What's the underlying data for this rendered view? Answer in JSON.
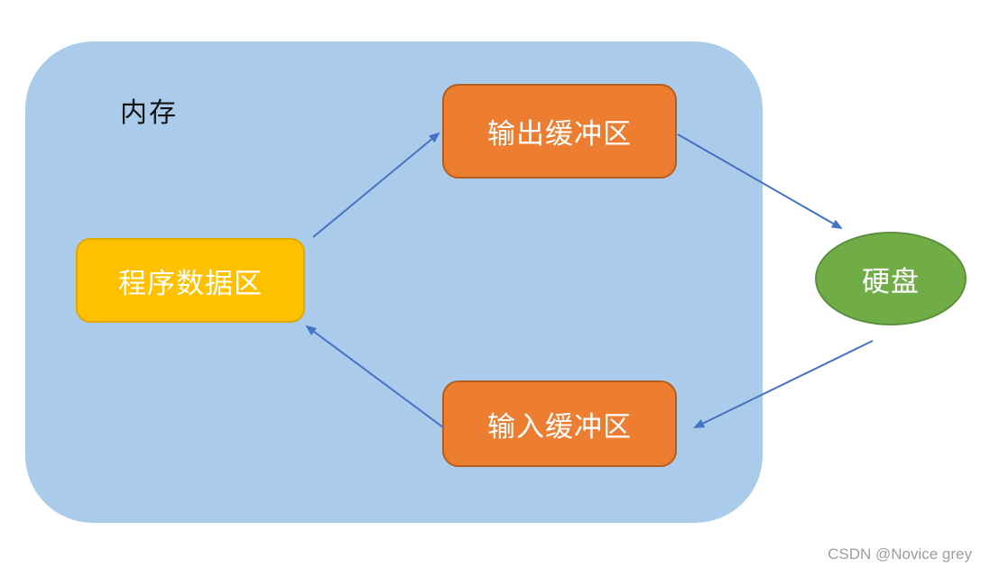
{
  "diagram": {
    "memory": {
      "label": "内存"
    },
    "nodes": [
      {
        "id": "output-buffer",
        "label": "输出缓冲区",
        "shape": "rounded-rect",
        "fill": "#ed7d31"
      },
      {
        "id": "program-data",
        "label": "程序数据区",
        "shape": "rounded-rect",
        "fill": "#ffc000"
      },
      {
        "id": "input-buffer",
        "label": "输入缓冲区",
        "shape": "rounded-rect",
        "fill": "#ed7d31"
      },
      {
        "id": "hard-disk",
        "label": "硬盘",
        "shape": "ellipse",
        "fill": "#70ad47"
      }
    ],
    "arrows": [
      {
        "from": "program-data",
        "to": "output-buffer"
      },
      {
        "from": "output-buffer",
        "to": "hard-disk"
      },
      {
        "from": "hard-disk",
        "to": "input-buffer"
      },
      {
        "from": "input-buffer",
        "to": "program-data"
      }
    ],
    "colors": {
      "memory_fill": "#abcbea",
      "buffer_fill": "#ed7d31",
      "buffer_border": "#b15e1e",
      "program_fill": "#ffc000",
      "program_border": "#dfa900",
      "disk_fill": "#70ad47",
      "disk_border": "#5a8f3c",
      "arrow": "#4472c4",
      "node_text": "#ffffff",
      "memory_label_text": "#141414",
      "watermark_text": "#9d9d9d"
    }
  },
  "watermark": {
    "text": "CSDN @Novice grey"
  }
}
